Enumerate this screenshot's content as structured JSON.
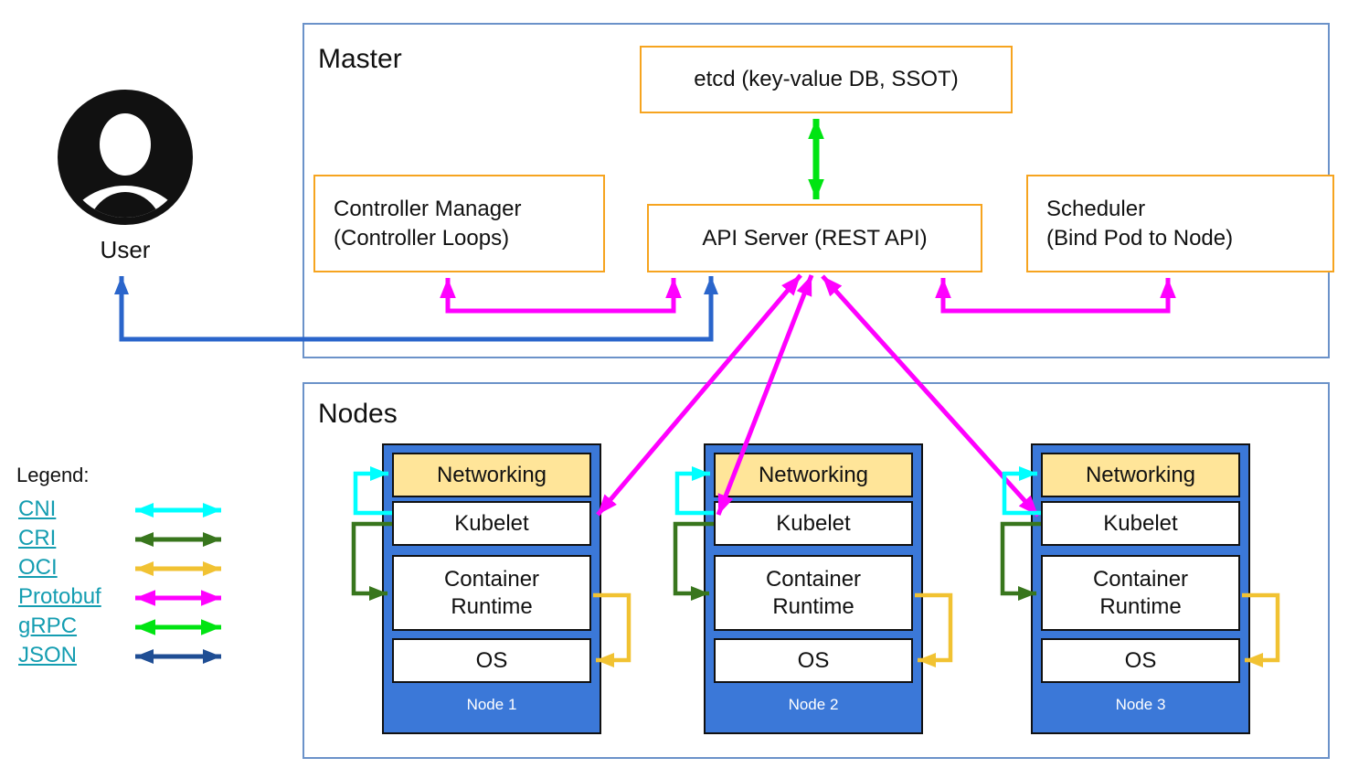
{
  "master": {
    "label": "Master",
    "etcd_label": "etcd (key-value DB, SSOT)",
    "controller_manager_line1": "Controller Manager",
    "controller_manager_line2": "(Controller Loops)",
    "api_server_label": "API Server (REST API)",
    "scheduler_line1": "Scheduler",
    "scheduler_line2": "(Bind Pod to Node)"
  },
  "user": {
    "label": "User"
  },
  "nodes_section": {
    "label": "Nodes",
    "layers": {
      "networking": "Networking",
      "kubelet": "Kubelet",
      "runtime": "Container Runtime",
      "os": "OS"
    },
    "items": [
      {
        "name": "Node 1"
      },
      {
        "name": "Node 2"
      },
      {
        "name": "Node 3"
      }
    ]
  },
  "legend": {
    "title": "Legend:",
    "items": [
      {
        "label": "CNI",
        "color": "#00ffff"
      },
      {
        "label": "CRI",
        "color": "#38761d"
      },
      {
        "label": "OCI",
        "color": "#f1c232"
      },
      {
        "label": "Protobuf",
        "color": "#ff00ff"
      },
      {
        "label": "gRPC",
        "color": "#00e412"
      },
      {
        "label": "JSON",
        "color": "#1f4e94"
      }
    ]
  },
  "colors": {
    "container_border": "#6b92c9",
    "component_border": "#f6a41f",
    "node_fill": "#3b78d8",
    "networking_fill": "#ffe599",
    "legend_link": "#149db1",
    "user_to_api_line": "#2a65cb",
    "grpc_arrow": "#00e412",
    "protobuf_arrow": "#ff00ff",
    "cni_arrow": "#00ffff",
    "cri_arrow": "#38761d",
    "oci_arrow": "#f1c232",
    "json_arrow": "#1f4e94"
  }
}
